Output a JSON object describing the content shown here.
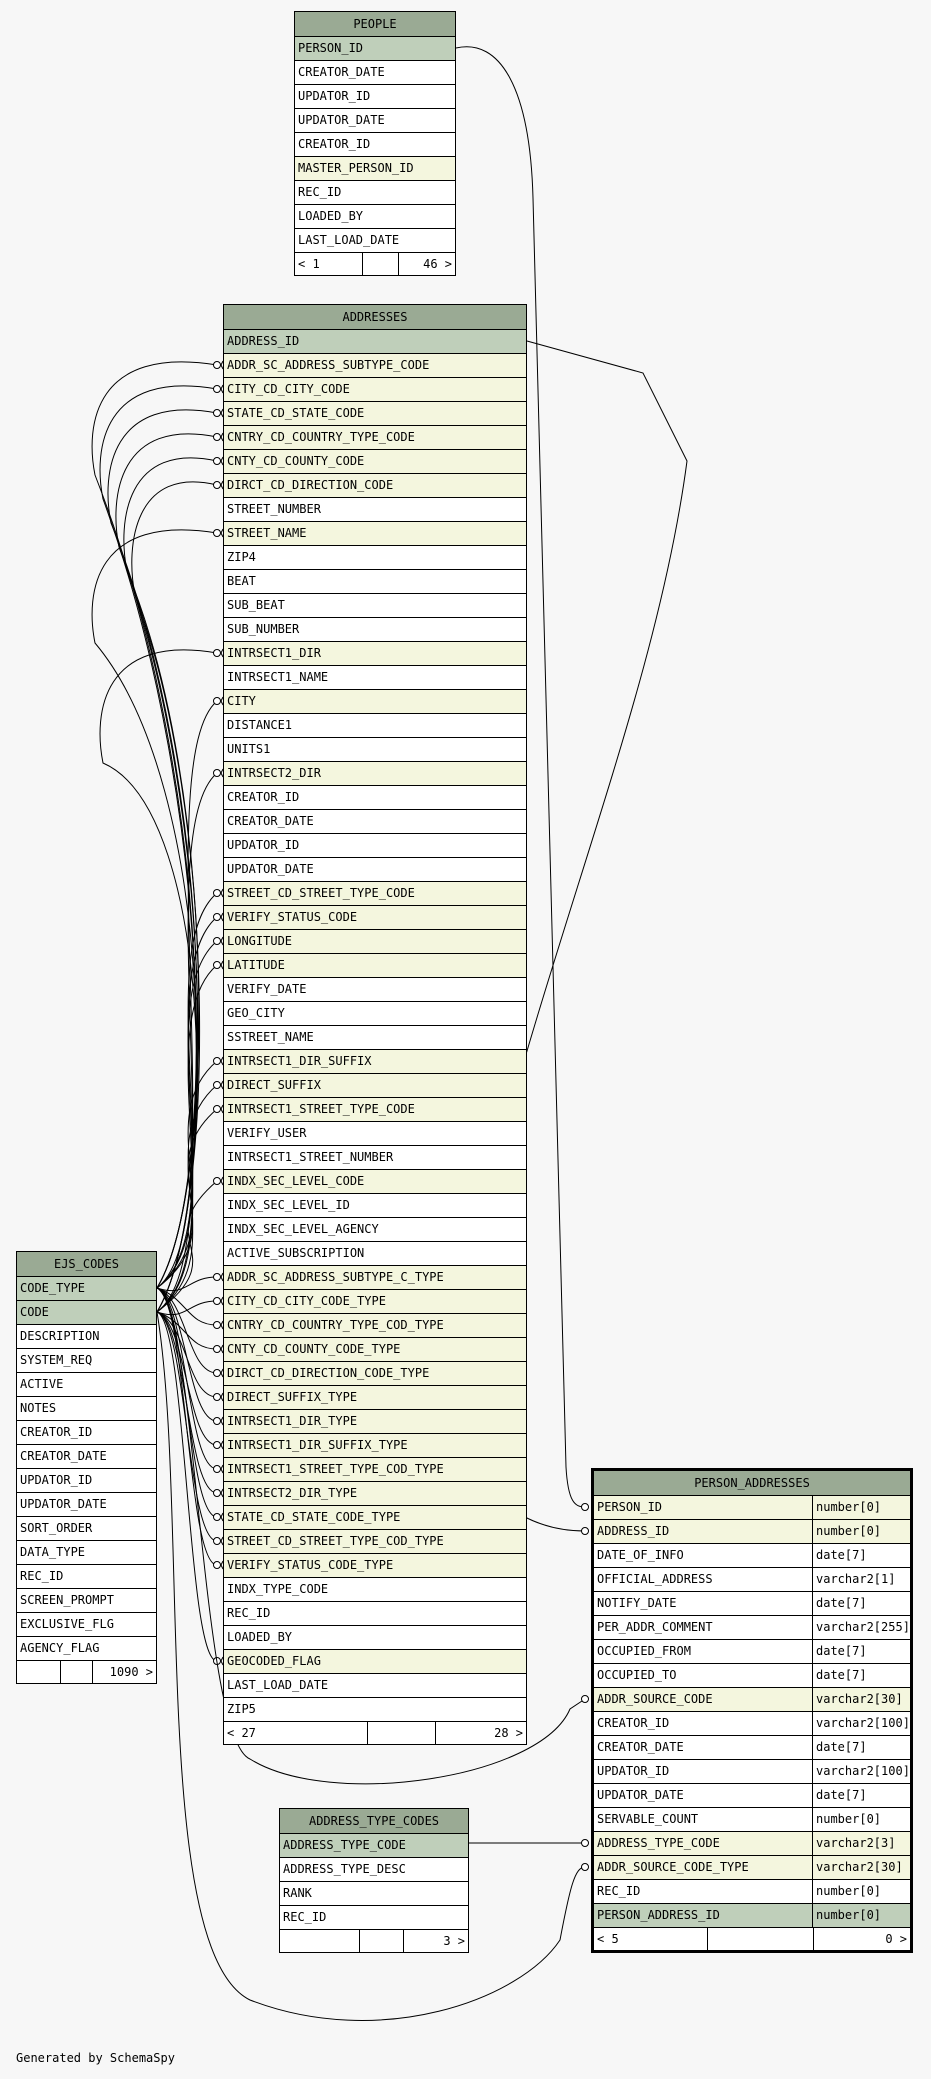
{
  "generated_by": "Generated by SchemaSpy",
  "tables": {
    "people": {
      "name": "PEOPLE",
      "columns": [
        {
          "name": "PERSON_ID",
          "kind": "pk"
        },
        {
          "name": "CREATOR_DATE",
          "kind": ""
        },
        {
          "name": "UPDATOR_ID",
          "kind": ""
        },
        {
          "name": "UPDATOR_DATE",
          "kind": ""
        },
        {
          "name": "CREATOR_ID",
          "kind": ""
        },
        {
          "name": "MASTER_PERSON_ID",
          "kind": "fk"
        },
        {
          "name": "REC_ID",
          "kind": ""
        },
        {
          "name": "LOADED_BY",
          "kind": ""
        },
        {
          "name": "LAST_LOAD_DATE",
          "kind": ""
        }
      ],
      "footer": [
        "< 1",
        "",
        "46 >"
      ]
    },
    "addresses": {
      "name": "ADDRESSES",
      "columns": [
        {
          "name": "ADDRESS_ID",
          "kind": "pk"
        },
        {
          "name": "ADDR_SC_ADDRESS_SUBTYPE_CODE",
          "kind": "fk"
        },
        {
          "name": "CITY_CD_CITY_CODE",
          "kind": "fk"
        },
        {
          "name": "STATE_CD_STATE_CODE",
          "kind": "fk"
        },
        {
          "name": "CNTRY_CD_COUNTRY_TYPE_CODE",
          "kind": "fk"
        },
        {
          "name": "CNTY_CD_COUNTY_CODE",
          "kind": "fk"
        },
        {
          "name": "DIRCT_CD_DIRECTION_CODE",
          "kind": "fk"
        },
        {
          "name": "STREET_NUMBER",
          "kind": ""
        },
        {
          "name": "STREET_NAME",
          "kind": "fk"
        },
        {
          "name": "ZIP4",
          "kind": ""
        },
        {
          "name": "BEAT",
          "kind": ""
        },
        {
          "name": "SUB_BEAT",
          "kind": ""
        },
        {
          "name": "SUB_NUMBER",
          "kind": ""
        },
        {
          "name": "INTRSECT1_DIR",
          "kind": "fk"
        },
        {
          "name": "INTRSECT1_NAME",
          "kind": ""
        },
        {
          "name": "CITY",
          "kind": "fk"
        },
        {
          "name": "DISTANCE1",
          "kind": ""
        },
        {
          "name": "UNITS1",
          "kind": ""
        },
        {
          "name": "INTRSECT2_DIR",
          "kind": "fk"
        },
        {
          "name": "CREATOR_ID",
          "kind": ""
        },
        {
          "name": "CREATOR_DATE",
          "kind": ""
        },
        {
          "name": "UPDATOR_ID",
          "kind": ""
        },
        {
          "name": "UPDATOR_DATE",
          "kind": ""
        },
        {
          "name": "STREET_CD_STREET_TYPE_CODE",
          "kind": "fk"
        },
        {
          "name": "VERIFY_STATUS_CODE",
          "kind": "fk"
        },
        {
          "name": "LONGITUDE",
          "kind": "fk"
        },
        {
          "name": "LATITUDE",
          "kind": "fk"
        },
        {
          "name": "VERIFY_DATE",
          "kind": ""
        },
        {
          "name": "GEO_CITY",
          "kind": ""
        },
        {
          "name": "SSTREET_NAME",
          "kind": ""
        },
        {
          "name": "INTRSECT1_DIR_SUFFIX",
          "kind": "fk"
        },
        {
          "name": "DIRECT_SUFFIX",
          "kind": "fk"
        },
        {
          "name": "INTRSECT1_STREET_TYPE_CODE",
          "kind": "fk"
        },
        {
          "name": "VERIFY_USER",
          "kind": ""
        },
        {
          "name": "INTRSECT1_STREET_NUMBER",
          "kind": ""
        },
        {
          "name": "INDX_SEC_LEVEL_CODE",
          "kind": "fk"
        },
        {
          "name": "INDX_SEC_LEVEL_ID",
          "kind": ""
        },
        {
          "name": "INDX_SEC_LEVEL_AGENCY",
          "kind": ""
        },
        {
          "name": "ACTIVE_SUBSCRIPTION",
          "kind": ""
        },
        {
          "name": "ADDR_SC_ADDRESS_SUBTYPE_C_TYPE",
          "kind": "fk"
        },
        {
          "name": "CITY_CD_CITY_CODE_TYPE",
          "kind": "fk"
        },
        {
          "name": "CNTRY_CD_COUNTRY_TYPE_COD_TYPE",
          "kind": "fk"
        },
        {
          "name": "CNTY_CD_COUNTY_CODE_TYPE",
          "kind": "fk"
        },
        {
          "name": "DIRCT_CD_DIRECTION_CODE_TYPE",
          "kind": "fk"
        },
        {
          "name": "DIRECT_SUFFIX_TYPE",
          "kind": "fk"
        },
        {
          "name": "INTRSECT1_DIR_TYPE",
          "kind": "fk"
        },
        {
          "name": "INTRSECT1_DIR_SUFFIX_TYPE",
          "kind": "fk"
        },
        {
          "name": "INTRSECT1_STREET_TYPE_COD_TYPE",
          "kind": "fk"
        },
        {
          "name": "INTRSECT2_DIR_TYPE",
          "kind": "fk"
        },
        {
          "name": "STATE_CD_STATE_CODE_TYPE",
          "kind": "fk"
        },
        {
          "name": "STREET_CD_STREET_TYPE_COD_TYPE",
          "kind": "fk"
        },
        {
          "name": "VERIFY_STATUS_CODE_TYPE",
          "kind": "fk"
        },
        {
          "name": "INDX_TYPE_CODE",
          "kind": ""
        },
        {
          "name": "REC_ID",
          "kind": ""
        },
        {
          "name": "LOADED_BY",
          "kind": ""
        },
        {
          "name": "GEOCODED_FLAG",
          "kind": "fk"
        },
        {
          "name": "LAST_LOAD_DATE",
          "kind": ""
        },
        {
          "name": "ZIP5",
          "kind": ""
        }
      ],
      "footer": [
        "< 27",
        "",
        "28 >"
      ]
    },
    "ejs_codes": {
      "name": "EJS_CODES",
      "columns": [
        {
          "name": "CODE_TYPE",
          "kind": "pk"
        },
        {
          "name": "CODE",
          "kind": "pk"
        },
        {
          "name": "DESCRIPTION",
          "kind": ""
        },
        {
          "name": "SYSTEM_REQ",
          "kind": ""
        },
        {
          "name": "ACTIVE",
          "kind": ""
        },
        {
          "name": "NOTES",
          "kind": ""
        },
        {
          "name": "CREATOR_ID",
          "kind": ""
        },
        {
          "name": "CREATOR_DATE",
          "kind": ""
        },
        {
          "name": "UPDATOR_ID",
          "kind": ""
        },
        {
          "name": "UPDATOR_DATE",
          "kind": ""
        },
        {
          "name": "SORT_ORDER",
          "kind": ""
        },
        {
          "name": "DATA_TYPE",
          "kind": ""
        },
        {
          "name": "REC_ID",
          "kind": ""
        },
        {
          "name": "SCREEN_PROMPT",
          "kind": ""
        },
        {
          "name": "EXCLUSIVE_FLG",
          "kind": ""
        },
        {
          "name": "AGENCY_FLAG",
          "kind": ""
        }
      ],
      "footer": [
        "",
        "",
        "1090 >"
      ]
    },
    "address_type_codes": {
      "name": "ADDRESS_TYPE_CODES",
      "columns": [
        {
          "name": "ADDRESS_TYPE_CODE",
          "kind": "pk"
        },
        {
          "name": "ADDRESS_TYPE_DESC",
          "kind": ""
        },
        {
          "name": "RANK",
          "kind": ""
        },
        {
          "name": "REC_ID",
          "kind": ""
        }
      ],
      "footer": [
        "",
        "",
        "3 >"
      ]
    },
    "person_addresses": {
      "name": "PERSON_ADDRESSES",
      "columns": [
        {
          "name": "PERSON_ID",
          "type": "number[0]",
          "kind": "fk"
        },
        {
          "name": "ADDRESS_ID",
          "type": "number[0]",
          "kind": "fk"
        },
        {
          "name": "DATE_OF_INFO",
          "type": "date[7]",
          "kind": ""
        },
        {
          "name": "OFFICIAL_ADDRESS",
          "type": "varchar2[1]",
          "kind": ""
        },
        {
          "name": "NOTIFY_DATE",
          "type": "date[7]",
          "kind": ""
        },
        {
          "name": "PER_ADDR_COMMENT",
          "type": "varchar2[255]",
          "kind": ""
        },
        {
          "name": "OCCUPIED_FROM",
          "type": "date[7]",
          "kind": ""
        },
        {
          "name": "OCCUPIED_TO",
          "type": "date[7]",
          "kind": ""
        },
        {
          "name": "ADDR_SOURCE_CODE",
          "type": "varchar2[30]",
          "kind": "fk"
        },
        {
          "name": "CREATOR_ID",
          "type": "varchar2[100]",
          "kind": ""
        },
        {
          "name": "CREATOR_DATE",
          "type": "date[7]",
          "kind": ""
        },
        {
          "name": "UPDATOR_ID",
          "type": "varchar2[100]",
          "kind": ""
        },
        {
          "name": "UPDATOR_DATE",
          "type": "date[7]",
          "kind": ""
        },
        {
          "name": "SERVABLE_COUNT",
          "type": "number[0]",
          "kind": ""
        },
        {
          "name": "ADDRESS_TYPE_CODE",
          "type": "varchar2[3]",
          "kind": "fk"
        },
        {
          "name": "ADDR_SOURCE_CODE_TYPE",
          "type": "varchar2[30]",
          "kind": "fk"
        },
        {
          "name": "REC_ID",
          "type": "number[0]",
          "kind": ""
        },
        {
          "name": "PERSON_ADDRESS_ID",
          "type": "number[0]",
          "kind": "pk"
        }
      ],
      "footer": [
        "< 5",
        "",
        "0 >"
      ]
    }
  },
  "colors": {
    "header": "#9aaa94",
    "primary_key": "#bfcfba",
    "foreign_key": "#f4f6de",
    "background": "#f7f7f7"
  }
}
